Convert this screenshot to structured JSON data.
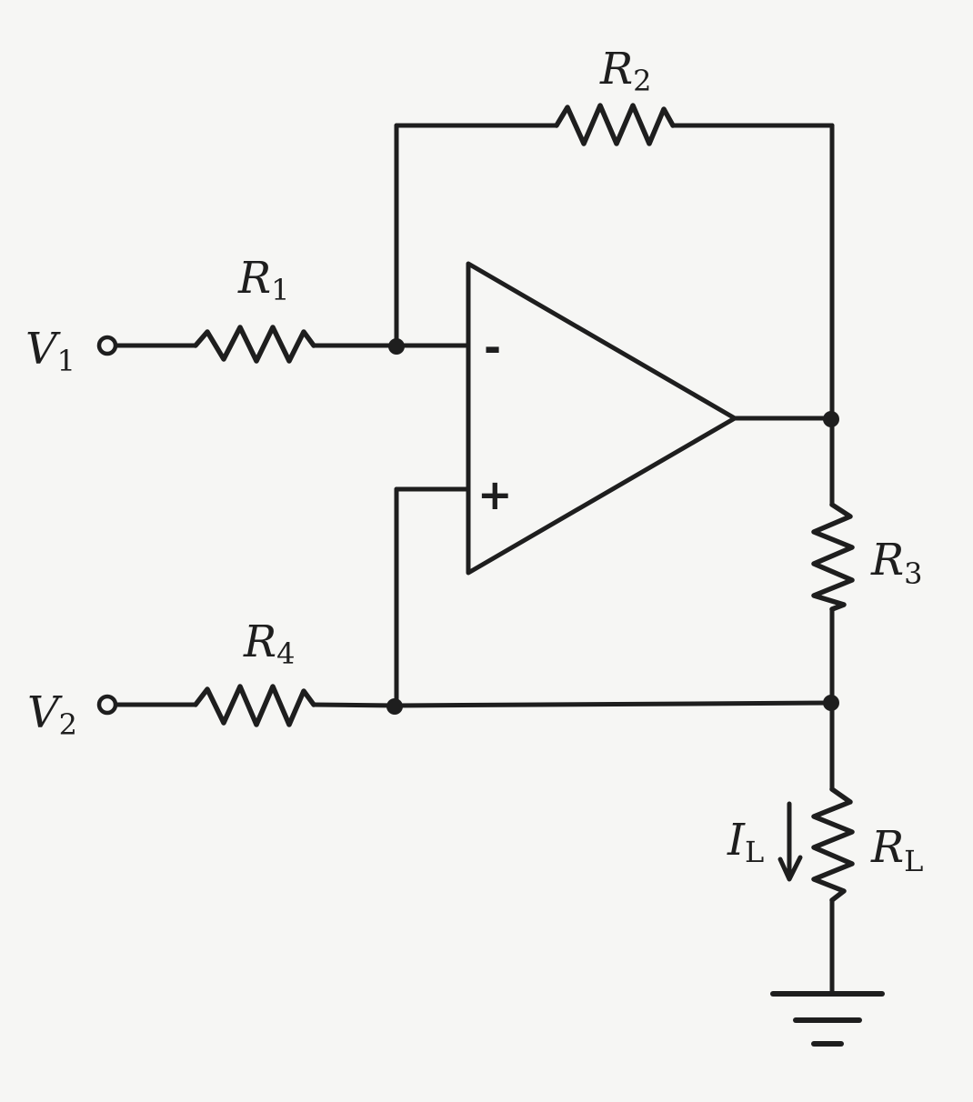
{
  "labels": {
    "v1": {
      "main": "V",
      "sub": "1"
    },
    "v2": {
      "main": "V",
      "sub": "2"
    },
    "r1": {
      "main": "R",
      "sub": "1"
    },
    "r2": {
      "main": "R",
      "sub": "2"
    },
    "r3": {
      "main": "R",
      "sub": "3"
    },
    "r4": {
      "main": "R",
      "sub": "4"
    },
    "rl": {
      "main": "R",
      "sub": "L"
    },
    "il": {
      "main": "I",
      "sub": "L"
    }
  },
  "opamp": {
    "inverting_sign": "-",
    "noninverting_sign": "+"
  },
  "colors": {
    "ink": "#1e1e1e",
    "paper": "#f6f6f4"
  }
}
